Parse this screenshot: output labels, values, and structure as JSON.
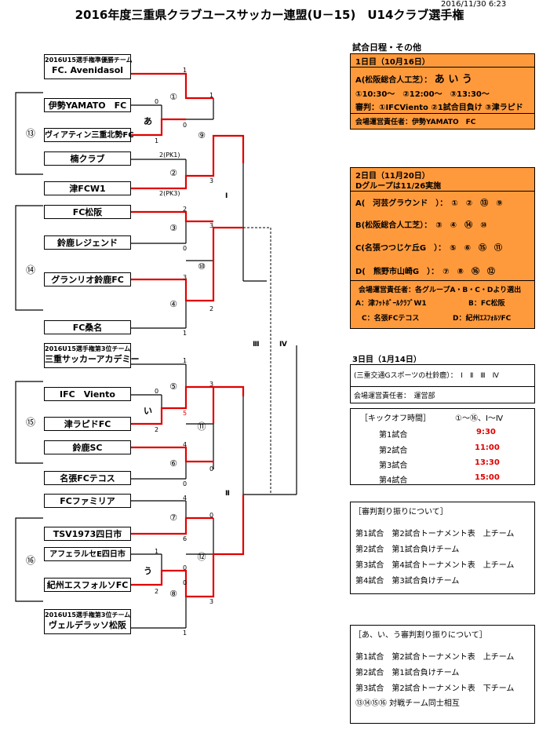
{
  "timestamp": "2016/11/30 6:23",
  "title": "2016年度三重県クラブユースサッカー連盟(U－15)　U14クラブ選手権",
  "teams": {
    "t1_sub": "2016U15選手権準優勝チーム",
    "t1": "FC. Avenidasol",
    "t2": "伊勢YAMATO　FC",
    "t3": "ヴィアティン三重北勢FC",
    "t4": "楠クラブ",
    "t5": "津FCW1",
    "t6": "FC松阪",
    "t7": "鈴鹿レジェンド",
    "t8": "グランリオ鈴鹿FC",
    "t9": "FC桑名",
    "t10_sub": "2016U15選手権第3位チーム",
    "t10": "三重サッカーアカデミー",
    "t11": "IFC　Viento",
    "t12": "津ラピドFC",
    "t13": "鈴鹿SC",
    "t14": "名張FCテコス",
    "t15": "FCファミリア",
    "t16": "TSV1973四日市",
    "t17": "アフェラルセE四日市",
    "t18": "紀州エスフォルソFC",
    "t19_sub": "2016U15選手権第3位チーム",
    "t19": "ヴェルデラッソ松阪"
  },
  "groups": {
    "g13": "⑬",
    "g14": "⑭",
    "g15": "⑮",
    "g16": "⑯",
    "a": "あ",
    "i": "い",
    "u": "う"
  },
  "matches": {
    "m1": "①",
    "m2": "②",
    "m3": "③",
    "m4": "④",
    "m5": "⑤",
    "m6": "⑥",
    "m7": "⑦",
    "m8": "⑧",
    "m9": "⑨",
    "m10": "⑩",
    "m11": "⑪",
    "m12": "⑫"
  },
  "rounds": {
    "r1": "Ⅰ",
    "r2": "Ⅱ",
    "r3": "Ⅲ",
    "r4": "Ⅳ"
  },
  "scores": {
    "s1": "1",
    "s2": "0",
    "s3": "1",
    "s4": "0",
    "s5": "2(PK1)",
    "s6": "2(PK3)",
    "s7": "1",
    "s8": "3",
    "s9": "2",
    "s10": "0",
    "s11": "3",
    "s12": "1",
    "s13": "3",
    "s14": "2",
    "s15": "1",
    "s16": "0",
    "s17": "2",
    "s18": "5",
    "s19": "4",
    "s20": "0",
    "s21": "3",
    "s22": "0",
    "s23": "4",
    "s24": "6",
    "s25": "0",
    "s26": "2",
    "s27": "0",
    "s28": "1",
    "s29": "0",
    "s30": "3",
    "s31": "1",
    "s32": "1",
    "s33": "3"
  },
  "side": {
    "header": "試合日程・その他",
    "day1_title": "1日目（10月16日）",
    "day1_venue": "A(松阪総合人工芝）：",
    "day1_venue_groups": "あ い う",
    "day1_times": "①10:30～　②12:00～　③13:30～",
    "day1_referee": "審判：①IFCViento ②1試合目負け ③津ラピド",
    "day1_manager": "会場運営責任者：伊勢YAMATO　FC",
    "day2_title": "2日目（11月20日）",
    "day2_note": "Dグループは11/26実施",
    "day2_a": "A(　河芸グラウンド　）：　①　②　⑬　⑨",
    "day2_b": "B(松阪総合人工芝）：　③　④　⑭　⑩",
    "day2_c": "C(名張つつじケ丘G　）：　⑤　⑥　⑮　⑪",
    "day2_d": "D(　熊野市山崎G　）：　⑦　⑧　⑯　⑫",
    "day2_manager": "会場運営責任者：各グループA・B・C・Dより選出",
    "day2_mA": "A：津ﾌｯﾄﾎﾞｰﾙｸﾗﾌﾞW1",
    "day2_mB": "B：FC松阪",
    "day2_mC": "C：名張FCテコス",
    "day2_mD": "D：紀州ｴｽﾌｫﾙｿFC",
    "day3_title": "3日目（1月14日）",
    "day3_venue": "(三重交通Gスポーツの杜鈴鹿）：　Ⅰ　Ⅱ　Ⅲ　Ⅳ",
    "day3_manager": "会場運営責任者：　運営部",
    "kick_title": "［キックオフ時間］",
    "kick_range": "①～⑯、Ⅰ～Ⅳ",
    "k1": "第1試合",
    "k1t": "9:30",
    "k2": "第2試合",
    "k2t": "11:00",
    "k3": "第3試合",
    "k3t": "13:30",
    "k4": "第4試合",
    "k4t": "15:00",
    "ref_title": "［審判割り振りについて］",
    "ref1": "第1試合　第2試合トーナメント表　上チーム",
    "ref2": "第2試合　第1試合負けチーム",
    "ref3": "第3試合　第4試合トーナメント表　上チーム",
    "ref4": "第4試合　第3試合負けチーム",
    "aiu_title": "［あ、い、う審判割り振りについて］",
    "aiu1": "第1試合　第2試合トーナメント表　上チーム",
    "aiu2": "第2試合　第1試合負けチーム",
    "aiu3": "第3試合　第2試合トーナメント表　下チーム",
    "aiu4": "⑬⑭⑮⑯ 対戦チーム同士相互"
  }
}
